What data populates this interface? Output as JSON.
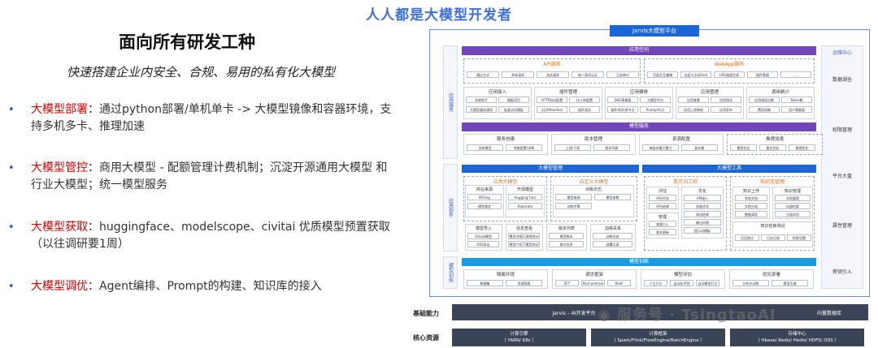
{
  "top_title": "人人都是大模型开发者",
  "heading": "面向所有研发工种",
  "subtitle": "快速搭建企业内安全、合规、易用的私有化大模型",
  "bullets": [
    {
      "key": "大模型部署",
      "text": "：通过python部署/单机单卡 -> 大模型镜像和容器环境，支持多机多卡、推理加速"
    },
    {
      "key": "大模型管控",
      "text": "：商用大模型 - 配额管理计费机制；沉淀开源通用大模型 和 行业大模型；统一模型服务"
    },
    {
      "key": "大模型获取",
      "text": "：huggingface、modelscope、civitai 优质模型预置获取（以往调研要1周）"
    },
    {
      "key": "大模型调优",
      "text": "：Agent编排、Prompt的构建、知识库的接入"
    }
  ],
  "diagram": {
    "platform": "Jarvis大模型平台",
    "support_center": "运维中心",
    "side_app": "应用服务",
    "side_comp": "应用部件",
    "side_train": "模型训练",
    "app_space": "应用空间",
    "api_service": "API服务",
    "webapp_service": "WebApp服务",
    "api_chips": [
      "通过方式",
      "多轮请求",
      "流式请求",
      "统一身份认证",
      "日志审计"
    ],
    "web_chips": [
      "页面交互编辑",
      "自定义文档Fork",
      "URL链接生成",
      "插件管理",
      "..."
    ],
    "app_groups": [
      {
        "title": "应用接入",
        "chips": [
          "关联助手",
          "模板项目",
          "大模型服务调用",
          "批量访问模板"
        ]
      },
      {
        "title": "插件管理",
        "chips": [
          "HTTP协议配置",
          "拉入新配置",
          "12步Manifest",
          "插件测试"
        ]
      },
      {
        "title": "应用编排",
        "chips": [
          "DAG建模器",
          "大模型节点",
          "插件/知识库节点",
          "Prompt节点"
        ]
      },
      {
        "title": "应用管理",
        "chips": [
          "应用查看",
          "应用测试",
          "应用上线审核",
          "应用发布"
        ]
      },
      {
        "title": "调用统计",
        "chips": [
          "应用调用次数",
          "Token数",
          "费用消耗",
          "用户满意度"
        ]
      }
    ],
    "model_service": "模型服务",
    "svc_groups": [
      {
        "title": "服务创建",
        "chips": [
          "关联模型",
          "性能配置/详情"
        ]
      },
      {
        "title": "版本管理",
        "chips": [
          "上线/下线",
          "版本列表"
        ]
      },
      {
        "title": "资源配置",
        "chips": [
          "单副本最大算力",
          "副本数"
        ]
      },
      {
        "title": "推理加速",
        "chips": [
          "模型优化",
          "量化优化",
          "推理优化"
        ]
      }
    ],
    "model_mgmt": "大模型管理",
    "public_models": "公共大模型",
    "custom_models": "自定义大模型",
    "pub_groups": [
      {
        "title": "商业来源",
        "chips": [
          "API key",
          "模型服务"
        ]
      },
      {
        "title": "开源模型",
        "chips": [
          "Hugging Face",
          "Replicate"
        ]
      },
      {
        "title": "训练日志",
        "chips": [
          "模型来源",
          "模型参数",
          "训练步骤"
        ]
      }
    ],
    "mgmt_groups": [
      {
        "title": "模型导入",
        "chips": [
          "GitLab模型",
          "OSS导出"
        ]
      },
      {
        "title": "信息查看",
        "chips": [
          "模型详细",
          "调用统计",
          "模型介绍",
          "模型测试"
        ]
      },
      {
        "title": "版本列表",
        "chips": [
          "模型版本",
          "接口信息"
        ]
      },
      {
        "title": "血缘关系",
        "chips": [
          "训练任务",
          "部署记录"
        ]
      }
    ],
    "model_tools": "大模型工具",
    "prompt_eng": "提示词工程",
    "knowledge_mgmt": "知识库管理",
    "tool_groups": [
      {
        "title": "评估",
        "chips": [
          "评估任务",
          "评估结果"
        ]
      },
      {
        "title": "优化",
        "chips": [
          "API接入",
          "质量优化",
          "测试结果",
          "输出风格",
          "提示词模板"
        ]
      },
      {
        "title": "管理",
        "chips": [
          "变量引入",
          "版本更新"
        ]
      },
      {
        "title": "知识上传",
        "chips": [
          "本地文档",
          "文档分段",
          "数据清洗"
        ]
      },
      {
        "title": "知识管理",
        "chips": [
          "文档管理",
          "向量检索",
          "分段浏览"
        ]
      },
      {
        "title": "知识检索测试",
        "chips": [
          "召回测试",
          "日志记录",
          "检索设置"
        ]
      }
    ],
    "training": "模型训练",
    "train_groups": [
      {
        "title": "隔离环境",
        "chips": [
          "数据集",
          "资源隔离"
        ]
      },
      {
        "title": "调优框架",
        "chips": [
          "SFT",
          "Post-pretrain",
          "RLHF"
        ]
      },
      {
        "title": "模型评估",
        "chips": [
          "人工打分",
          "自动化评测",
          "自动模型打分"
        ]
      },
      {
        "title": "优化部署",
        "chips": [
          "分布式训练",
          "模型压缩"
        ]
      }
    ],
    "right_items": [
      "数据湖仓",
      "权限管理",
      "平台大盘",
      "属性管理",
      "密钥引入"
    ],
    "base_label": "基础能力",
    "base_bar": "Jarvis – AI开发平台",
    "base_bar2": "向量数据库",
    "core_label": "核心资源",
    "core_bars": [
      {
        "l1": "计算引擎",
        "l2": "（ YARN/ K8s ）"
      },
      {
        "l1": "计算框架",
        "l2": "（ Spark/Flink/FlowEngine/BatchEngine ）"
      },
      {
        "l1": "存储中心",
        "l2": "（ Hbase/ Redis/ Hedis/ HDFS/ OSS ）"
      }
    ]
  },
  "watermark": "◉ 服务号 · TsingtaoAI"
}
